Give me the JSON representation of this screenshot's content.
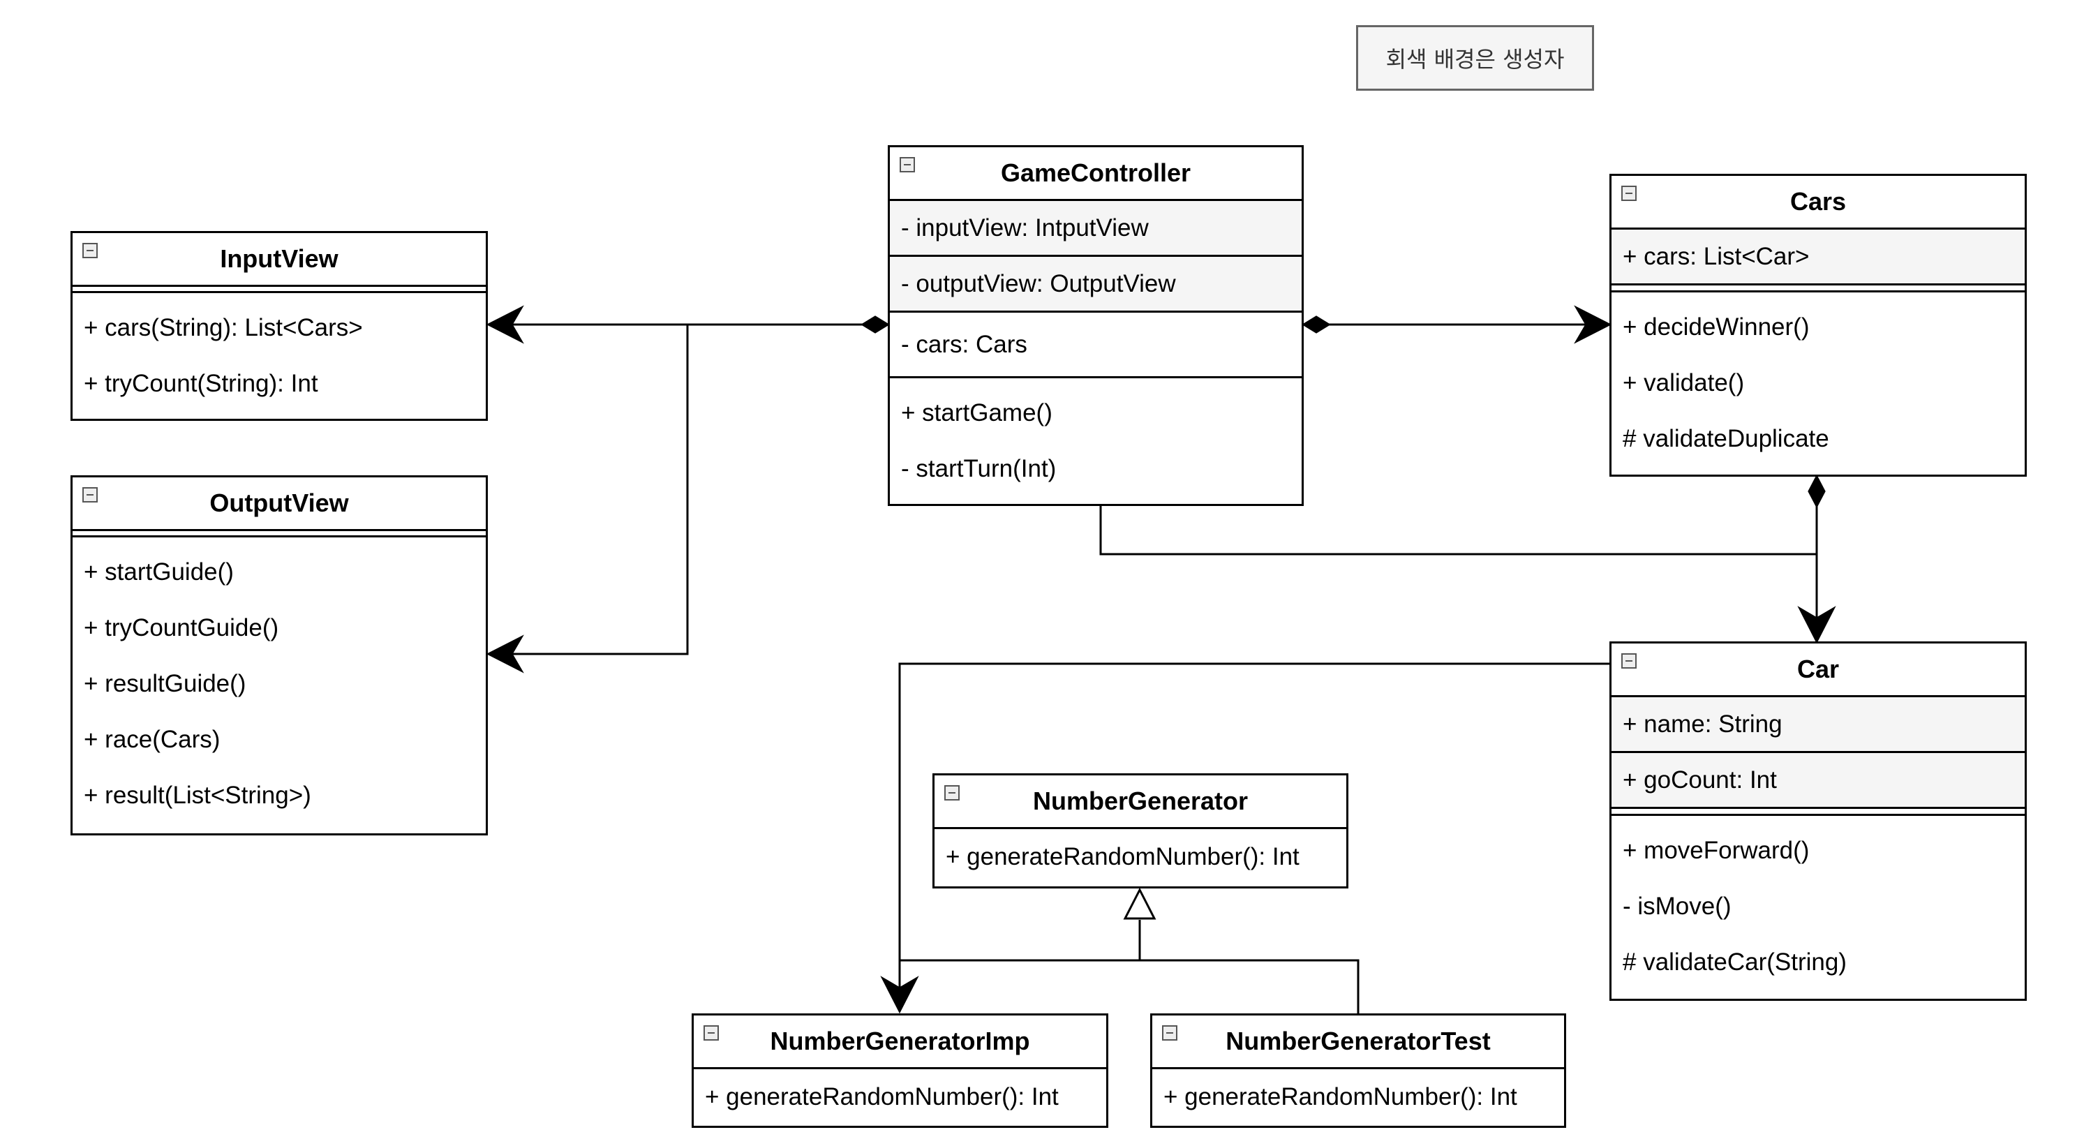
{
  "note": "회색 배경은 생성자",
  "classes": {
    "input_view": {
      "name": "InputView",
      "methods": [
        "+ cars(String): List<Cars>",
        "+ tryCount(String): Int"
      ]
    },
    "output_view": {
      "name": "OutputView",
      "methods": [
        "+ startGuide()",
        "+ tryCountGuide()",
        "+ resultGuide()",
        "+ race(Cars)",
        "+ result(List<String>)"
      ]
    },
    "game_controller": {
      "name": "GameController",
      "constructor_fields": [
        "- inputView: IntputView",
        "- outputView: OutputView"
      ],
      "fields": [
        "- cars: Cars"
      ],
      "methods": [
        "+ startGame()",
        "- startTurn(Int)"
      ]
    },
    "cars": {
      "name": "Cars",
      "constructor_fields": [
        "+ cars: List<Car>"
      ],
      "methods": [
        "+ decideWinner()",
        "+ validate()",
        "# validateDuplicate"
      ]
    },
    "car": {
      "name": "Car",
      "constructor_fields": [
        "+ name: String",
        "+ goCount: Int"
      ],
      "methods": [
        "+ moveForward()",
        "- isMove()",
        "# validateCar(String)"
      ]
    },
    "number_generator": {
      "name": "NumberGenerator",
      "methods": [
        "+ generateRandomNumber(): Int"
      ]
    },
    "number_generator_imp": {
      "name": "NumberGeneratorImp",
      "methods": [
        "+ generateRandomNumber(): Int"
      ]
    },
    "number_generator_test": {
      "name": "NumberGeneratorTest",
      "methods": [
        "+ generateRandomNumber(): Int"
      ]
    }
  }
}
